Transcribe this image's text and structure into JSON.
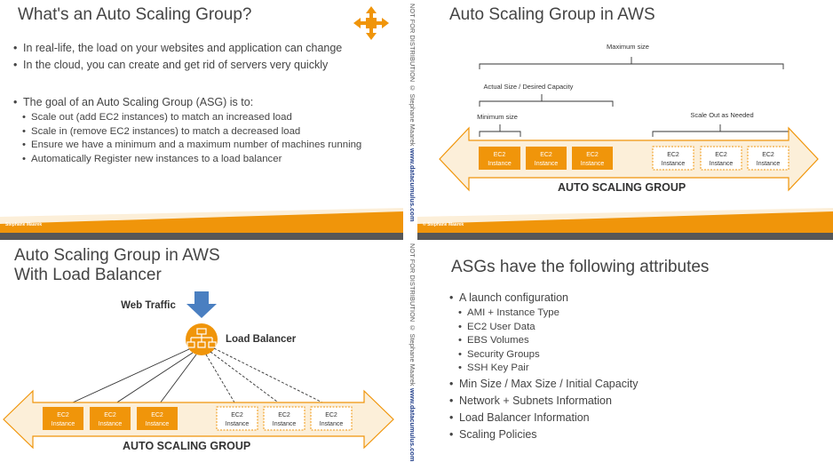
{
  "watermark": {
    "notice": "NOT FOR DISTRIBUTION © Stephane Maarek",
    "url": "www.datacumulus.com"
  },
  "colors": {
    "orange": "#F0950A",
    "orange_light": "#FCEFD9",
    "title_gray": "#444444",
    "arrow_blue": "#4A7FC1"
  },
  "slide1": {
    "title": "What's an Auto Scaling Group?",
    "bullets": [
      "In real-life, the load on your websites and application can change",
      "In the cloud, you can create and get rid of servers very quickly"
    ],
    "goal": "The goal of an Auto Scaling Group (ASG) is to:",
    "sub_bullets": [
      "Scale out (add EC2 instances) to match an increased load",
      "Scale in (remove EC2 instances) to match a decreased load",
      "Ensure we have a minimum and a maximum number of machines running",
      "Automatically Register new instances to a load balancer"
    ],
    "footer": "Stephane Maarek",
    "icon": "auto-scaling-arrows-icon"
  },
  "slide2": {
    "title": "Auto Scaling Group in AWS",
    "max_size": "Maximum size",
    "actual_size": "Actual Size / Desired Capacity",
    "min_size": "Minimum size",
    "scale_out": "Scale Out as Needed",
    "instance_line1": "EC2",
    "instance_line2": "Instance",
    "asg_label": "AUTO SCALING GROUP",
    "footer": "© Stephane Maarek"
  },
  "slide3": {
    "title_line1": "Auto Scaling Group in AWS",
    "title_line2": "With Load Balancer",
    "web_traffic": "Web Traffic",
    "load_balancer": "Load Balancer",
    "instance_line1": "EC2",
    "instance_line2": "Instance",
    "asg_label": "AUTO SCALING GROUP",
    "icon": "load-balancer-icon"
  },
  "slide4": {
    "title": "ASGs have the following attributes",
    "items": [
      {
        "text": "A launch configuration",
        "sub": false
      },
      {
        "text": "AMI + Instance Type",
        "sub": true
      },
      {
        "text": "EC2 User Data",
        "sub": true
      },
      {
        "text": "EBS Volumes",
        "sub": true
      },
      {
        "text": "Security Groups",
        "sub": true
      },
      {
        "text": "SSH Key Pair",
        "sub": true
      },
      {
        "text": "Min Size / Max Size / Initial Capacity",
        "sub": false
      },
      {
        "text": "Network + Subnets Information",
        "sub": false
      },
      {
        "text": "Load Balancer Information",
        "sub": false
      },
      {
        "text": "Scaling Policies",
        "sub": false
      }
    ]
  }
}
